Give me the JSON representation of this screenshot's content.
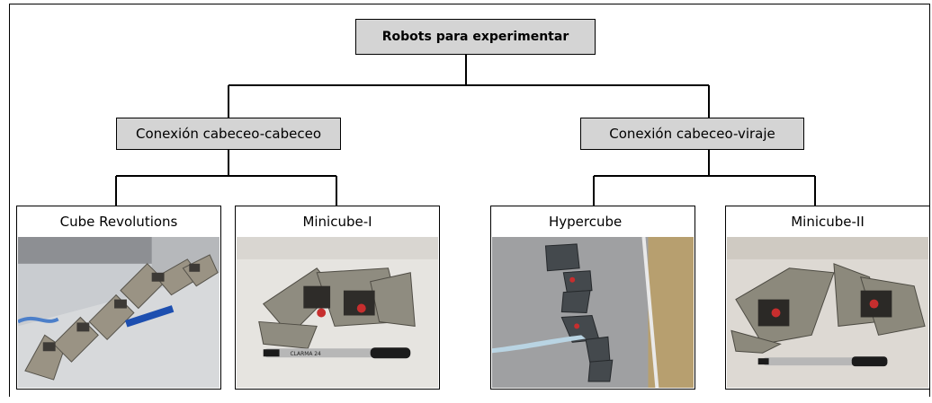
{
  "root": {
    "label": "Robots para experimentar"
  },
  "groups": [
    {
      "label": "Conexión cabeceo-cabeceo"
    },
    {
      "label": "Conexión cabeceo-viraje"
    }
  ],
  "robots": [
    {
      "label": "Cube Revolutions"
    },
    {
      "label": "Minicube-I"
    },
    {
      "label": "Hypercube"
    },
    {
      "label": "Minicube-II"
    }
  ],
  "pen_label": "CLARMA 24"
}
